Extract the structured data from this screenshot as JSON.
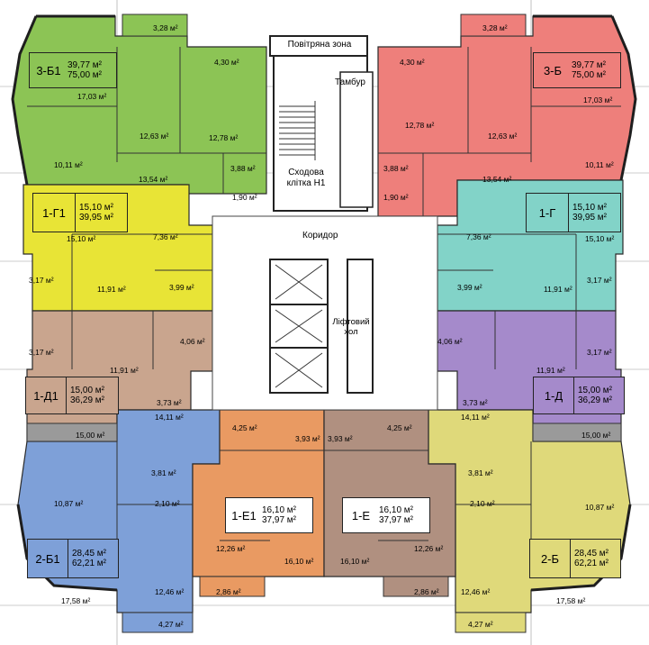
{
  "colors": {
    "green": "#8cc455",
    "red": "#ee7f7b",
    "yellow": "#e8e436",
    "cyan": "#82d3c8",
    "tan": "#c9a58e",
    "purple": "#a58acb",
    "blue": "#7ea0d8",
    "orange": "#e99a62",
    "brown": "#b09080",
    "lightyellow": "#dfd97a",
    "grey": "#9a9a9a"
  },
  "core": {
    "air_zone": "Повітряна зона",
    "vestibule": "Тамбур",
    "stair": "Сходова клітка Н1",
    "corridor": "Коридор",
    "elevator_hall": "Ліфтовий хол"
  },
  "apartments": [
    {
      "code": "3-Б1",
      "area_living": "39,77 м²",
      "area_total": "75,00 м²"
    },
    {
      "code": "3-Б",
      "area_living": "39,77 м²",
      "area_total": "75,00 м²"
    },
    {
      "code": "1-Г1",
      "area_living": "15,10 м²",
      "area_total": "39,95 м²"
    },
    {
      "code": "1-Г",
      "area_living": "15,10 м²",
      "area_total": "39,95 м²"
    },
    {
      "code": "1-Д1",
      "area_living": "15,00 м²",
      "area_total": "36,29 м²"
    },
    {
      "code": "1-Д",
      "area_living": "15,00 м²",
      "area_total": "36,29 м²"
    },
    {
      "code": "1-Е1",
      "area_living": "16,10 м²",
      "area_total": "37,97 м²"
    },
    {
      "code": "1-Е",
      "area_living": "16,10 м²",
      "area_total": "37,97 м²"
    },
    {
      "code": "2-Б1",
      "area_living": "28,45 м²",
      "area_total": "62,21 м²"
    },
    {
      "code": "2-Б",
      "area_living": "28,45 м²",
      "area_total": "62,21 м²"
    }
  ],
  "room_areas": {
    "b1_a": "3,28 м²",
    "b1_b": "4,30 м²",
    "b1_c": "17,03 м²",
    "b1_d": "12,63 м²",
    "b1_e": "12,78 м²",
    "b1_f": "10,11 м²",
    "b1_g": "13,54 м²",
    "b1_h": "3,88 м²",
    "b1_i": "1,90 м²",
    "b_a": "3,28 м²",
    "b_b": "4,30 м²",
    "b_c": "17,03 м²",
    "b_d": "12,63 м²",
    "b_e": "12,78 м²",
    "b_f": "10,11 м²",
    "b_g": "13,54 м²",
    "b_h": "3,88 м²",
    "b_i": "1,90 м²",
    "g1_a": "15,10 м²",
    "g1_b": "7,36 м²",
    "g1_c": "11,91 м²",
    "g1_d": "3,99 м²",
    "g1_e": "3,17 м²",
    "g_a": "15,10 м²",
    "g_b": "7,36 м²",
    "g_c": "11,91 м²",
    "g_d": "3,99 м²",
    "g_e": "3,17 м²",
    "d1_a": "3,17 м²",
    "d1_b": "4,06 м²",
    "d1_c": "11,91 м²",
    "d1_d": "3,73 м²",
    "d1_e": "15,00 м²",
    "d_a": "3,17 м²",
    "d_b": "4,06 м²",
    "d_c": "11,91 м²",
    "d_d": "3,73 м²",
    "d_e": "15,00 м²",
    "e1_a": "4,25 м²",
    "e1_b": "3,93 м²",
    "e1_c": "12,26 м²",
    "e1_d": "16,10 м²",
    "e1_e": "2,86 м²",
    "e_a": "4,25 м²",
    "e_b": "3,93 м²",
    "e_c": "12,26 м²",
    "e_d": "16,10 м²",
    "e_e": "2,86 м²",
    "bb1_a": "14,11 м²",
    "bb1_b": "3,81 м²",
    "bb1_c": "2,10 м²",
    "bb1_d": "10,87 м²",
    "bb1_e": "12,46 м²",
    "bb1_f": "17,58 м²",
    "bb1_g": "4,27 м²",
    "bb_a": "14,11 м²",
    "bb_b": "3,81 м²",
    "bb_c": "2,10 м²",
    "bb_d": "10,87 м²",
    "bb_e": "12,46 м²",
    "bb_f": "17,58 м²",
    "bb_g": "4,27 м²"
  }
}
